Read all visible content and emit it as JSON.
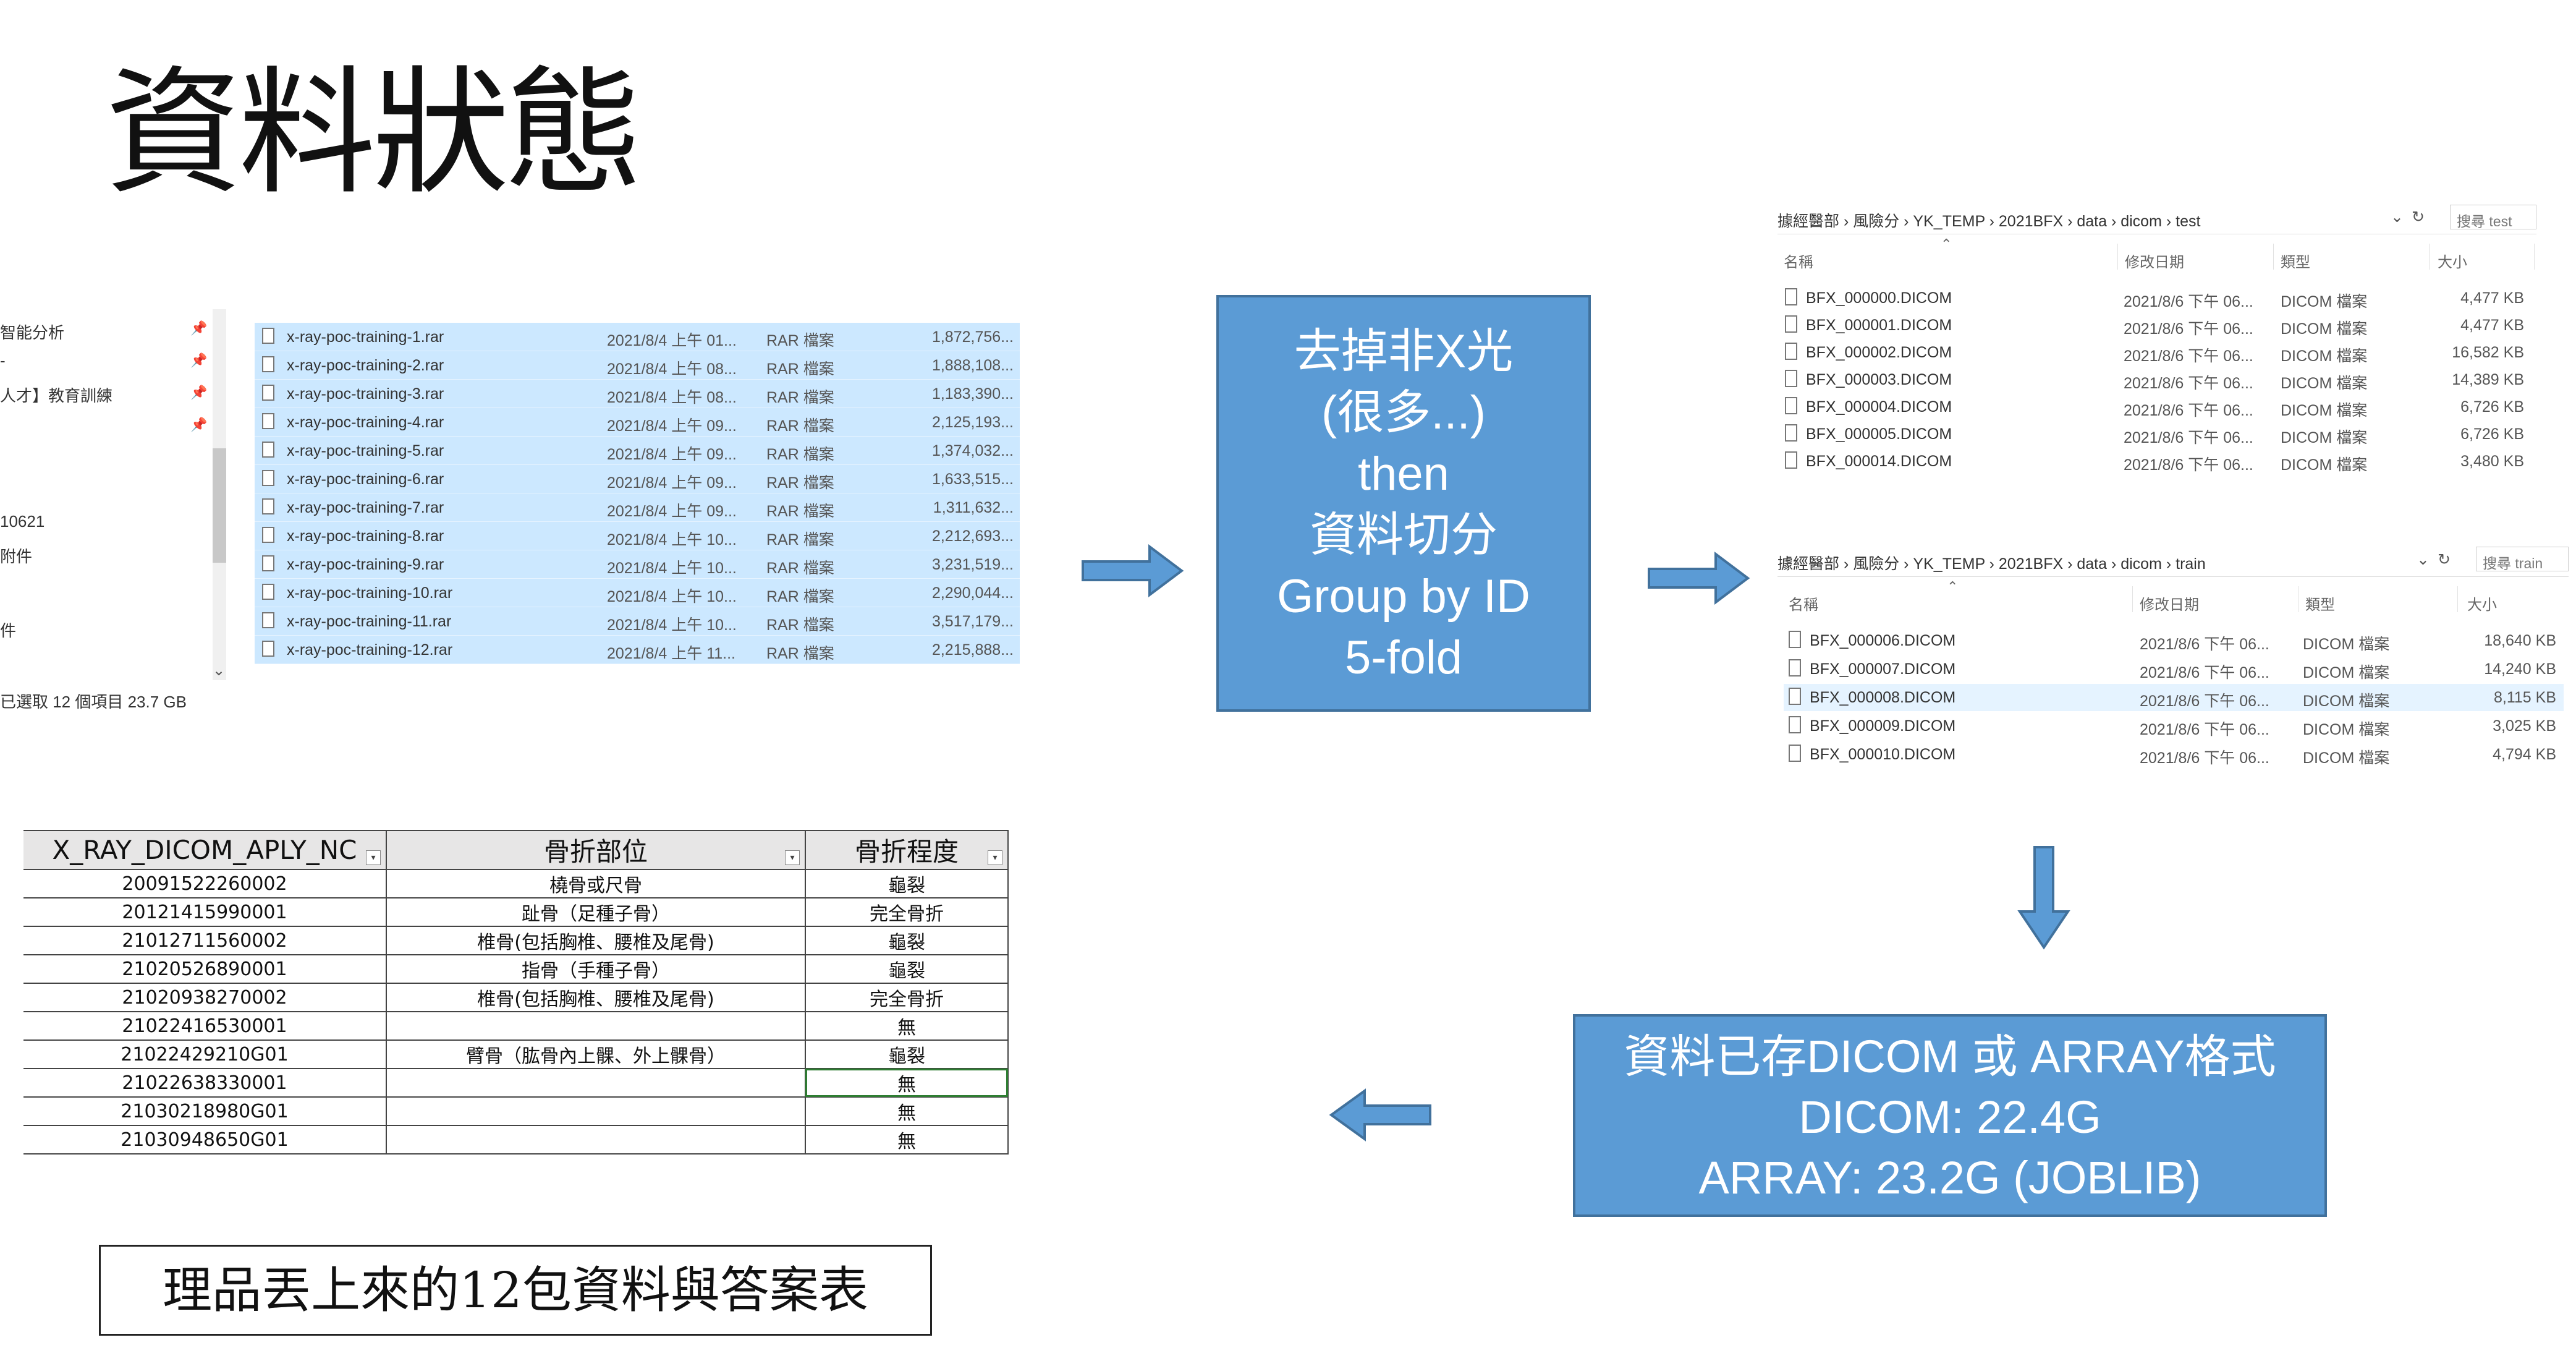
{
  "title": "資料狀態",
  "sidebar": {
    "items": [
      "智能分析",
      "-",
      "人才】教育訓練",
      "10621",
      "附件",
      "件"
    ],
    "status": "已選取 12 個項目  23.7 GB"
  },
  "rar_files": [
    {
      "name": "x-ray-poc-training-1.rar",
      "date": "2021/8/4 上午 01...",
      "type": "RAR 檔案",
      "size": "1,872,756..."
    },
    {
      "name": "x-ray-poc-training-2.rar",
      "date": "2021/8/4 上午 08...",
      "type": "RAR 檔案",
      "size": "1,888,108..."
    },
    {
      "name": "x-ray-poc-training-3.rar",
      "date": "2021/8/4 上午 08...",
      "type": "RAR 檔案",
      "size": "1,183,390..."
    },
    {
      "name": "x-ray-poc-training-4.rar",
      "date": "2021/8/4 上午 09...",
      "type": "RAR 檔案",
      "size": "2,125,193..."
    },
    {
      "name": "x-ray-poc-training-5.rar",
      "date": "2021/8/4 上午 09...",
      "type": "RAR 檔案",
      "size": "1,374,032..."
    },
    {
      "name": "x-ray-poc-training-6.rar",
      "date": "2021/8/4 上午 09...",
      "type": "RAR 檔案",
      "size": "1,633,515..."
    },
    {
      "name": "x-ray-poc-training-7.rar",
      "date": "2021/8/4 上午 09...",
      "type": "RAR 檔案",
      "size": "1,311,632..."
    },
    {
      "name": "x-ray-poc-training-8.rar",
      "date": "2021/8/4 上午 10...",
      "type": "RAR 檔案",
      "size": "2,212,693..."
    },
    {
      "name": "x-ray-poc-training-9.rar",
      "date": "2021/8/4 上午 10...",
      "type": "RAR 檔案",
      "size": "3,231,519..."
    },
    {
      "name": "x-ray-poc-training-10.rar",
      "date": "2021/8/4 上午 10...",
      "type": "RAR 檔案",
      "size": "2,290,044..."
    },
    {
      "name": "x-ray-poc-training-11.rar",
      "date": "2021/8/4 上午 10...",
      "type": "RAR 檔案",
      "size": "3,517,179..."
    },
    {
      "name": "x-ray-poc-training-12.rar",
      "date": "2021/8/4 上午 11...",
      "type": "RAR 檔案",
      "size": "2,215,888..."
    }
  ],
  "process_box": [
    "去掉非X光",
    "(很多...)",
    "then",
    "資料切分",
    "Group by ID",
    "5-fold"
  ],
  "test_pane": {
    "breadcrumb": "據經醫部  ›  風險分  ›  YK_TEMP  ›  2021BFX  ›  data  ›  dicom  ›  test",
    "search": "搜尋 test",
    "headers": {
      "name": "名稱",
      "date": "修改日期",
      "type": "類型",
      "size": "大小"
    },
    "rows": [
      {
        "name": "BFX_000000.DICOM",
        "date": "2021/8/6 下午 06...",
        "type": "DICOM 檔案",
        "size": "4,477 KB"
      },
      {
        "name": "BFX_000001.DICOM",
        "date": "2021/8/6 下午 06...",
        "type": "DICOM 檔案",
        "size": "4,477 KB"
      },
      {
        "name": "BFX_000002.DICOM",
        "date": "2021/8/6 下午 06...",
        "type": "DICOM 檔案",
        "size": "16,582 KB"
      },
      {
        "name": "BFX_000003.DICOM",
        "date": "2021/8/6 下午 06...",
        "type": "DICOM 檔案",
        "size": "14,389 KB"
      },
      {
        "name": "BFX_000004.DICOM",
        "date": "2021/8/6 下午 06...",
        "type": "DICOM 檔案",
        "size": "6,726 KB"
      },
      {
        "name": "BFX_000005.DICOM",
        "date": "2021/8/6 下午 06...",
        "type": "DICOM 檔案",
        "size": "6,726 KB"
      },
      {
        "name": "BFX_000014.DICOM",
        "date": "2021/8/6 下午 06...",
        "type": "DICOM 檔案",
        "size": "3,480 KB"
      }
    ]
  },
  "train_pane": {
    "breadcrumb": "據經醫部  ›  風險分  ›  YK_TEMP  ›  2021BFX  ›  data  ›  dicom  ›  train",
    "search": "搜尋 train",
    "headers": {
      "name": "名稱",
      "date": "修改日期",
      "type": "類型",
      "size": "大小"
    },
    "rows": [
      {
        "name": "BFX_000006.DICOM",
        "date": "2021/8/6 下午 06...",
        "type": "DICOM 檔案",
        "size": "18,640 KB"
      },
      {
        "name": "BFX_000007.DICOM",
        "date": "2021/8/6 下午 06...",
        "type": "DICOM 檔案",
        "size": "14,240 KB"
      },
      {
        "name": "BFX_000008.DICOM",
        "date": "2021/8/6 下午 06...",
        "type": "DICOM 檔案",
        "size": "8,115 KB"
      },
      {
        "name": "BFX_000009.DICOM",
        "date": "2021/8/6 下午 06...",
        "type": "DICOM 檔案",
        "size": "3,025 KB"
      },
      {
        "name": "BFX_000010.DICOM",
        "date": "2021/8/6 下午 06...",
        "type": "DICOM 檔案",
        "size": "4,794 KB"
      }
    ]
  },
  "answer_table": {
    "headers": [
      "X_RAY_DICOM_APLY_NC",
      "骨折部位",
      "骨折程度"
    ],
    "rows": [
      [
        "20091522260002",
        "橈骨或尺骨",
        "龜裂"
      ],
      [
        "20121415990001",
        "趾骨（足種子骨）",
        "完全骨折"
      ],
      [
        "21012711560002",
        "椎骨(包括胸椎、腰椎及尾骨)",
        "龜裂"
      ],
      [
        "21020526890001",
        "指骨（手種子骨）",
        "龜裂"
      ],
      [
        "21020938270002",
        "椎骨(包括胸椎、腰椎及尾骨)",
        "完全骨折"
      ],
      [
        "21022416530001",
        "",
        "無"
      ],
      [
        "21022429210G01",
        "臂骨（肱骨內上髁、外上髁骨）",
        "龜裂"
      ],
      [
        "21022638330001",
        "",
        "無"
      ],
      [
        "21030218980G01",
        "",
        "無"
      ],
      [
        "21030948650G01",
        "",
        "無"
      ]
    ]
  },
  "store_box": [
    "資料已存DICOM 或 ARRAY格式",
    "DICOM: 22.4G",
    "ARRAY:  23.2G (JOBLIB)"
  ],
  "caption": "理品丟上來的12包資料與答案表",
  "colors": {
    "box_fill": "#5b9bd5",
    "box_border": "#41719c",
    "selection": "#cce8ff"
  }
}
